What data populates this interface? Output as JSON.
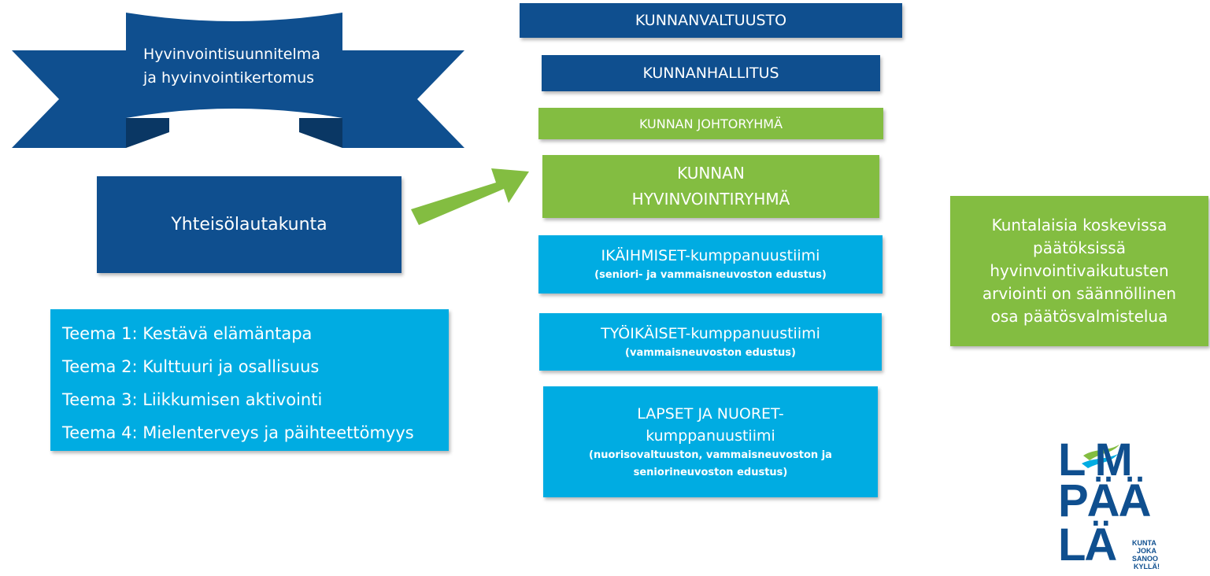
{
  "banner": {
    "line1": "Hyvinvointisuunnitelma",
    "line2": "ja hyvinvointikertomus"
  },
  "board": {
    "label": "Yhteisölautakunta"
  },
  "themes": [
    "Teema 1: Kestävä elämäntapa",
    "Teema 2: Kulttuuri ja osallisuus",
    "Teema 3: Liikkumisen aktivointi",
    "Teema 4: Mielenterveys ja päihteettömyys"
  ],
  "hierarchy": {
    "valtuusto": "KUNNANVALTUUSTO",
    "hallitus": "KUNNANHALLITUS",
    "johtoryhma": "KUNNAN JOHTORYHMÄ",
    "hyvinvointiryhma_line1": "KUNNAN",
    "hyvinvointiryhma_line2": "HYVINVOINTIRYHMÄ"
  },
  "teams": {
    "ikaihmiset": {
      "title": "IKÄIHMISET-kumppanuustiimi",
      "sub": "(seniori- ja vammaisneuvoston edustus)"
    },
    "tyoikaiset": {
      "title": "TYÖIKÄISET-kumppanuustiimi",
      "sub": "(vammaisneuvoston edustus)"
    },
    "lapset": {
      "title_line1": "LAPSET JA NUORET-",
      "title_line2": "kumppanuustiimi",
      "sub_line1": "(nuorisovaltuuston, vammaisneuvoston ja",
      "sub_line2": "seniorineuvoston edustus)"
    }
  },
  "side_note": {
    "line1": "Kuntalaisia koskevissa",
    "line2": "päätöksissä",
    "line3": "hyvinvointivaikutusten",
    "line4": "arviointi on säännöllinen",
    "line5": "osa päätösvalmistelua"
  },
  "logo": {
    "row1": "L M",
    "row2": "PÄÄ",
    "row3": "LÄ",
    "tag1": "KUNTA",
    "tag2": "JOKA",
    "tag3": "SANOO",
    "tag4": "KYLLÄ!"
  },
  "colors": {
    "navy": "#0f4f8f",
    "green": "#83bd41",
    "cyan": "#00ace2"
  }
}
